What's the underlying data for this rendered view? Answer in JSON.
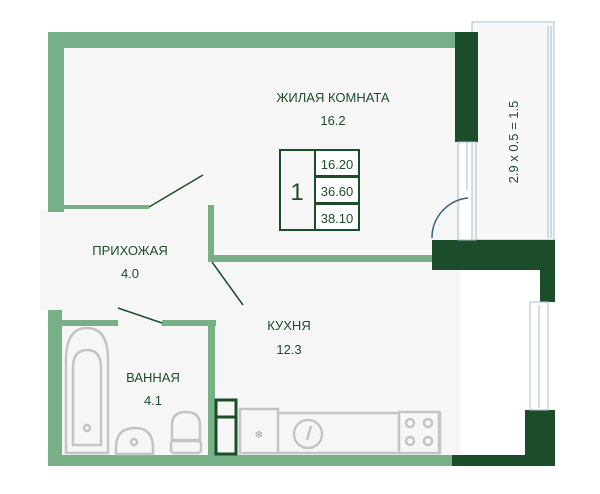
{
  "rooms": {
    "living": {
      "name": "ЖИЛАЯ КОМНАТА",
      "area": "16.2"
    },
    "hall": {
      "name": "ПРИХОЖАЯ",
      "area": "4.0"
    },
    "kitchen": {
      "name": "КУХНЯ",
      "area": "12.3"
    },
    "bath": {
      "name": "ВАННАЯ",
      "area": "4.1"
    }
  },
  "balcony": {
    "label": "2.9 x 0.5 = 1.5"
  },
  "summary": {
    "rooms": "1",
    "living_area": "16.20",
    "total_area": "36.60",
    "total_with_balcony": "38.10"
  },
  "colors": {
    "wall_light": "#77b087",
    "wall_dark": "#1b4d2b",
    "text": "#1f4d2b",
    "floor": "#f6f6f6"
  }
}
